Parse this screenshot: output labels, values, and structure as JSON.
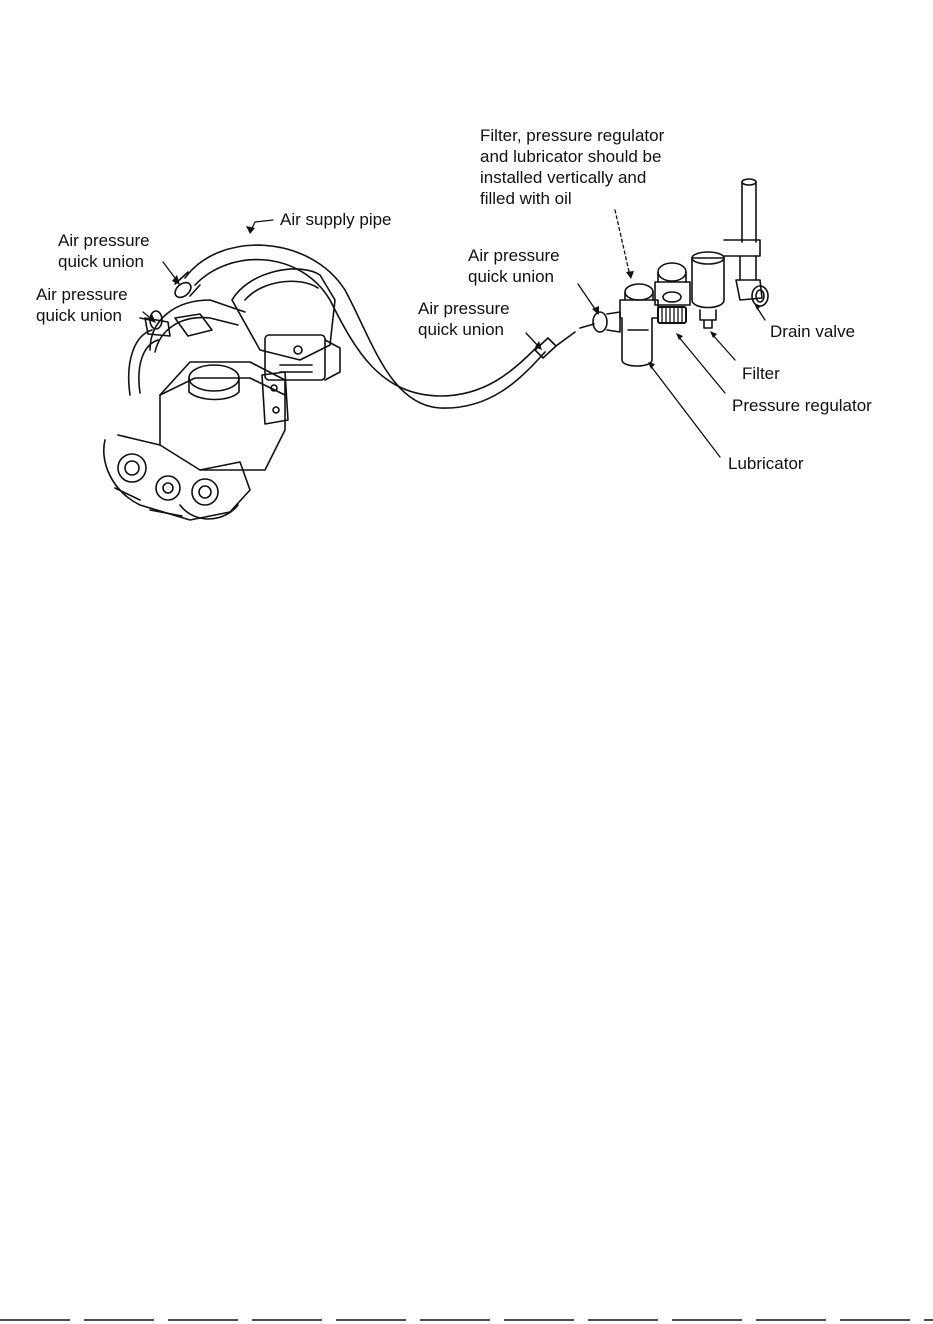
{
  "labels": {
    "air_supply_pipe": "Air supply pipe",
    "quick_union_top_l1": "Air pressure",
    "quick_union_top_l2": "quick union",
    "quick_union_left_l1": "Air pressure",
    "quick_union_left_l2": "quick union",
    "quick_union_mid_l1": "Air pressure",
    "quick_union_mid_l2": "quick union",
    "quick_union_right_l1": "Air pressure",
    "quick_union_right_l2": "quick union",
    "note_l1": "Filter, pressure regulator",
    "note_l2": "and lubricator should be",
    "note_l3": "installed vertically and",
    "note_l4": "filled with oil",
    "drain_valve": "Drain valve",
    "filter": "Filter",
    "pressure_regulator": "Pressure regulator",
    "lubricator": "Lubricator"
  },
  "colors": {
    "ink": "#111111",
    "paper": "#ffffff"
  }
}
